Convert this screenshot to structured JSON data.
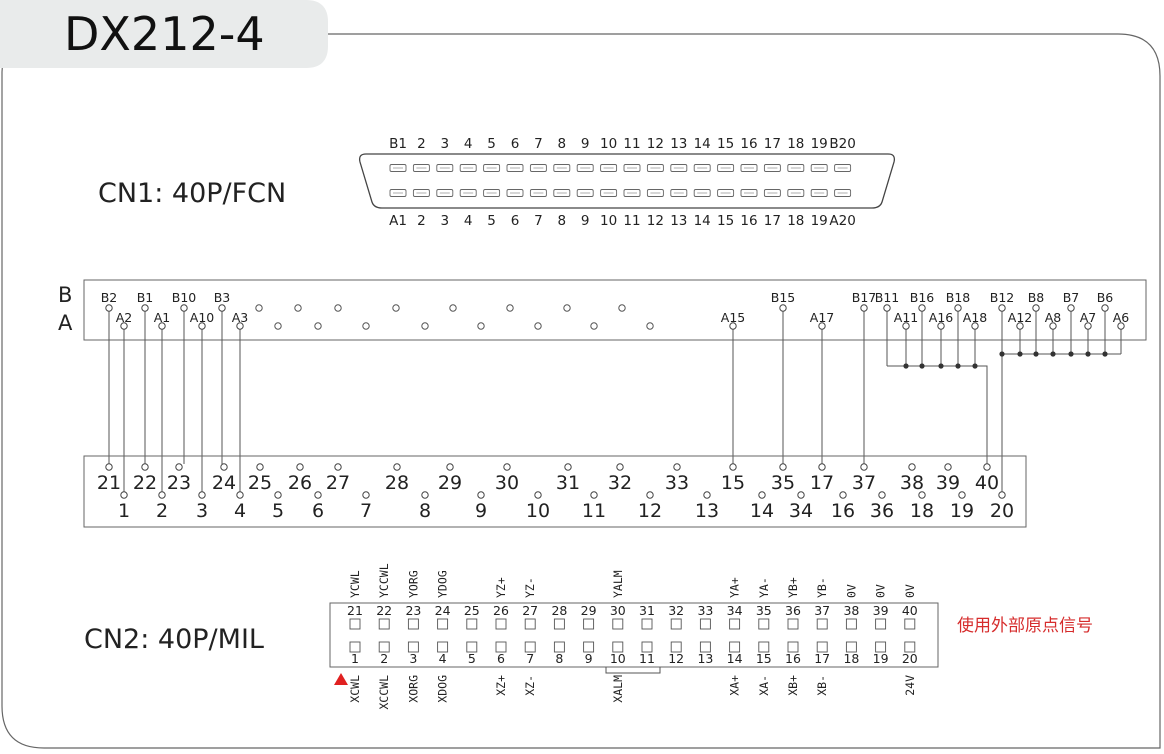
{
  "title": "DX212-4",
  "cn1": {
    "label": "CN1:  40P/FCN",
    "top_labels": [
      "B1",
      "2",
      "3",
      "4",
      "5",
      "6",
      "7",
      "8",
      "9",
      "10",
      "11",
      "12",
      "13",
      "14",
      "15",
      "16",
      "17",
      "18",
      "19",
      "B20"
    ],
    "bottom_labels": [
      "A1",
      "2",
      "3",
      "4",
      "5",
      "6",
      "7",
      "8",
      "9",
      "10",
      "11",
      "12",
      "13",
      "14",
      "15",
      "16",
      "17",
      "18",
      "19",
      "A20"
    ]
  },
  "board": {
    "row_b_label": "B",
    "row_a_label": "A",
    "pins": [
      {
        "name": "B2",
        "row": "B"
      },
      {
        "name": "A2",
        "row": "A"
      },
      {
        "name": "B1",
        "row": "B"
      },
      {
        "name": "A1",
        "row": "A"
      },
      {
        "name": "B10",
        "row": "B"
      },
      {
        "name": "A10",
        "row": "A"
      },
      {
        "name": "B3",
        "row": "B"
      },
      {
        "name": "A3",
        "row": "A"
      },
      {
        "name": "A15",
        "row": "A"
      },
      {
        "name": "B15",
        "row": "B"
      },
      {
        "name": "A17",
        "row": "A"
      },
      {
        "name": "B17",
        "row": "B"
      },
      {
        "name": "B11",
        "row": "B"
      },
      {
        "name": "A11",
        "row": "A"
      },
      {
        "name": "B16",
        "row": "B"
      },
      {
        "name": "A16",
        "row": "A"
      },
      {
        "name": "B18",
        "row": "B"
      },
      {
        "name": "A18",
        "row": "A"
      },
      {
        "name": "B12",
        "row": "B"
      },
      {
        "name": "A12",
        "row": "A"
      },
      {
        "name": "B8",
        "row": "B"
      },
      {
        "name": "A8",
        "row": "A"
      },
      {
        "name": "B7",
        "row": "B"
      },
      {
        "name": "A7",
        "row": "A"
      },
      {
        "name": "B6",
        "row": "B"
      },
      {
        "name": "A6",
        "row": "A"
      }
    ]
  },
  "terminal": {
    "top_row": [
      "21",
      "22",
      "23",
      "24",
      "25",
      "26",
      "27",
      "28",
      "29",
      "30",
      "31",
      "32",
      "33",
      "15",
      "35",
      "17",
      "37",
      "38",
      "39",
      "40"
    ],
    "bottom_row": [
      "1",
      "2",
      "3",
      "4",
      "5",
      "6",
      "7",
      "8",
      "9",
      "10",
      "11",
      "12",
      "13",
      "14",
      "34",
      "16",
      "36",
      "18",
      "19",
      "20"
    ]
  },
  "cn2": {
    "label": "CN2:  40P/MIL",
    "top_signals": [
      "YCWL",
      "YCCWL",
      "YORG",
      "YDOG",
      "",
      "YZ+",
      "YZ-",
      "",
      "",
      "YALM",
      "",
      "",
      "",
      "YA+",
      "YA-",
      "YB+",
      "YB-",
      "0V",
      "0V",
      "0V"
    ],
    "top_numbers": [
      "21",
      "22",
      "23",
      "24",
      "25",
      "26",
      "27",
      "28",
      "29",
      "30",
      "31",
      "32",
      "33",
      "34",
      "35",
      "36",
      "37",
      "38",
      "39",
      "40"
    ],
    "bottom_numbers": [
      "1",
      "2",
      "3",
      "4",
      "5",
      "6",
      "7",
      "8",
      "9",
      "10",
      "11",
      "12",
      "13",
      "14",
      "15",
      "16",
      "17",
      "18",
      "19",
      "20"
    ],
    "bottom_signals": [
      "XCWL",
      "XCCWL",
      "XORG",
      "XDOG",
      "",
      "XZ+",
      "XZ-",
      "",
      "",
      "XALM",
      "",
      "",
      "",
      "XA+",
      "XA-",
      "XB+",
      "XB-",
      "",
      "",
      "24V"
    ],
    "note": "使用外部原点信号"
  },
  "colors": {
    "line": "#555555",
    "text": "#222222",
    "title_bg": "#e9ebeb",
    "note": "#d62c2c",
    "marker": "#e02020"
  }
}
